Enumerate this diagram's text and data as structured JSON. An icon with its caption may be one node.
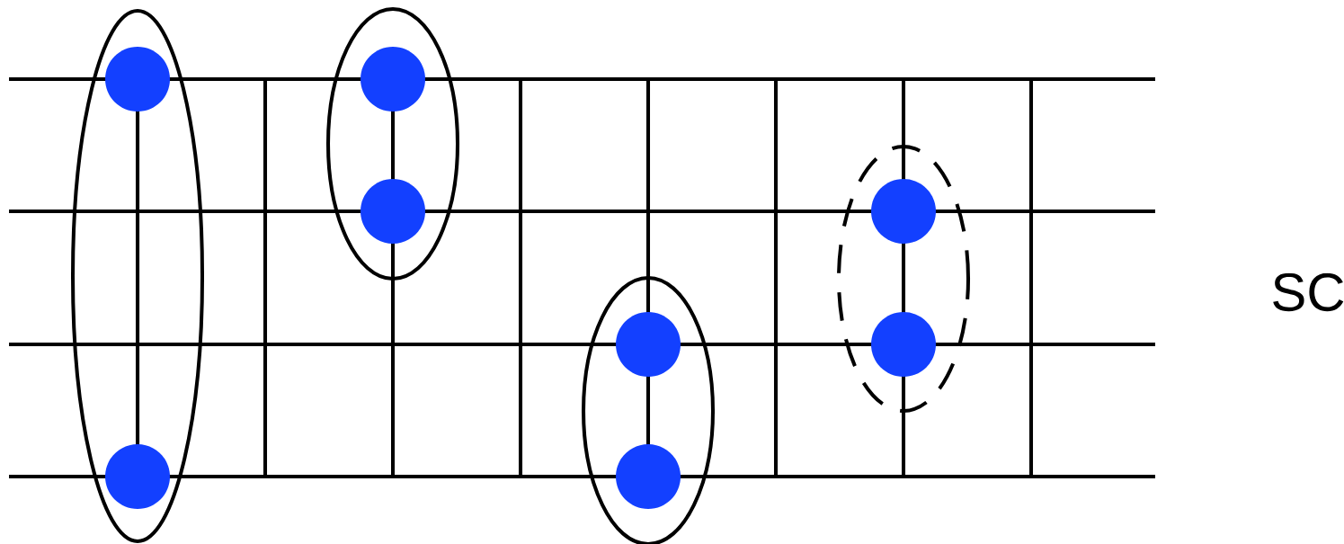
{
  "diagram": {
    "nodes": [
      {
        "text": [],
        "shape": "ellipse"
      },
      {
        "text": [],
        "shape": "circle",
        "in": 0
      },
      {
        "text": [],
        "shape": "circle",
        "in": 0
      },
      {
        "text": [],
        "shape": "ellipse"
      },
      {
        "text": [],
        "shape": "circle",
        "in": 3
      },
      {
        "text": [],
        "shape": "circle",
        "in": 3
      },
      {
        "text": [],
        "shape": "ellipse"
      },
      {
        "text": [],
        "shape": "circle",
        "in": 6
      },
      {
        "text": [],
        "shape": "circle",
        "in": 6
      },
      {
        "text": [],
        "shape": "ellipse"
      },
      {
        "text": [],
        "shape": "circle",
        "in": 9
      },
      {
        "text": [],
        "shape": "circle",
        "in": 9
      }
    ],
    "edges": [
      {
        "from": 1,
        "to": 2,
        "arrow": "none"
      },
      {
        "from": 4,
        "to": 5,
        "arrow": "none"
      },
      {
        "from": 7,
        "to": 8,
        "arrow": "none"
      },
      {
        "from": 10,
        "to": 11,
        "arrow": "none"
      }
    ],
    "labels": [
      "SC"
    ]
  }
}
